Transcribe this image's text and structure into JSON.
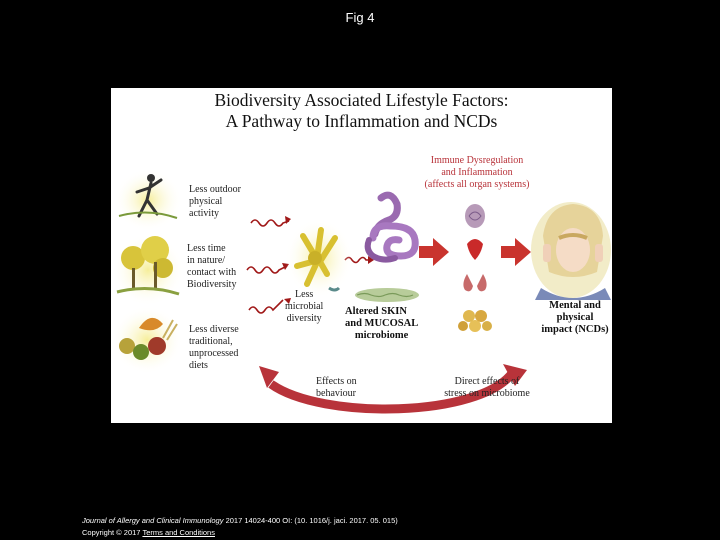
{
  "slide": {
    "title": "Fig 4"
  },
  "figure": {
    "title_line1": "Biodiversity Associated Lifestyle Factors:",
    "title_line2": "A Pathway to Inflammation and NCDs",
    "factors": [
      {
        "lines": [
          "Less outdoor",
          "physical",
          "activity"
        ]
      },
      {
        "lines": [
          "Less time",
          "in nature/",
          "contact with",
          "Biodiversity"
        ]
      },
      {
        "lines": [
          "Less diverse",
          "traditional,",
          "unprocessed",
          "diets"
        ]
      }
    ],
    "microbial": [
      "Less",
      "microbial",
      "diversity"
    ],
    "altered": [
      "Altered SKIN",
      "and MUCOSAL",
      "microbiome"
    ],
    "immune": [
      "Immune Dysregulation",
      "and Inflammation",
      "(affects all organ systems)"
    ],
    "impact": [
      "Mental and",
      "physical",
      "impact (NCDs)"
    ],
    "behaviour": [
      "Effects on",
      "behaviour"
    ],
    "stress": [
      "Direct effects of",
      "stress on microbiome"
    ],
    "colors": {
      "arrow_red": "#b8333a",
      "squiggle": "#a01818",
      "yellow": "#e6d23a"
    }
  },
  "footer": {
    "journal": "Journal of Allergy and Clinical Immunology",
    "citation": "2017 14024-400 OI: (10. 1016/j. jaci. 2017. 05. 015)",
    "copyright": "Copyright © 2017",
    "terms_link": "Terms and Conditions"
  }
}
